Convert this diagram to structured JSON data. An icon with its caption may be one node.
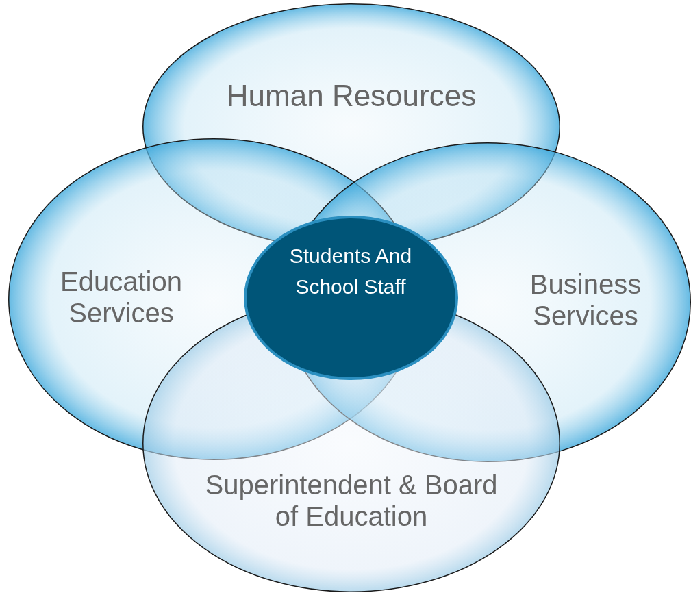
{
  "diagram": {
    "nodes": [
      {
        "text": [
          "Human Resources"
        ]
      },
      {
        "text": [
          "Education Services"
        ]
      },
      {
        "text": [
          "Business Services"
        ]
      },
      {
        "text": [
          "Superintendent & Board of Education"
        ]
      },
      {
        "text": [
          "Students And School Staff"
        ]
      }
    ]
  }
}
